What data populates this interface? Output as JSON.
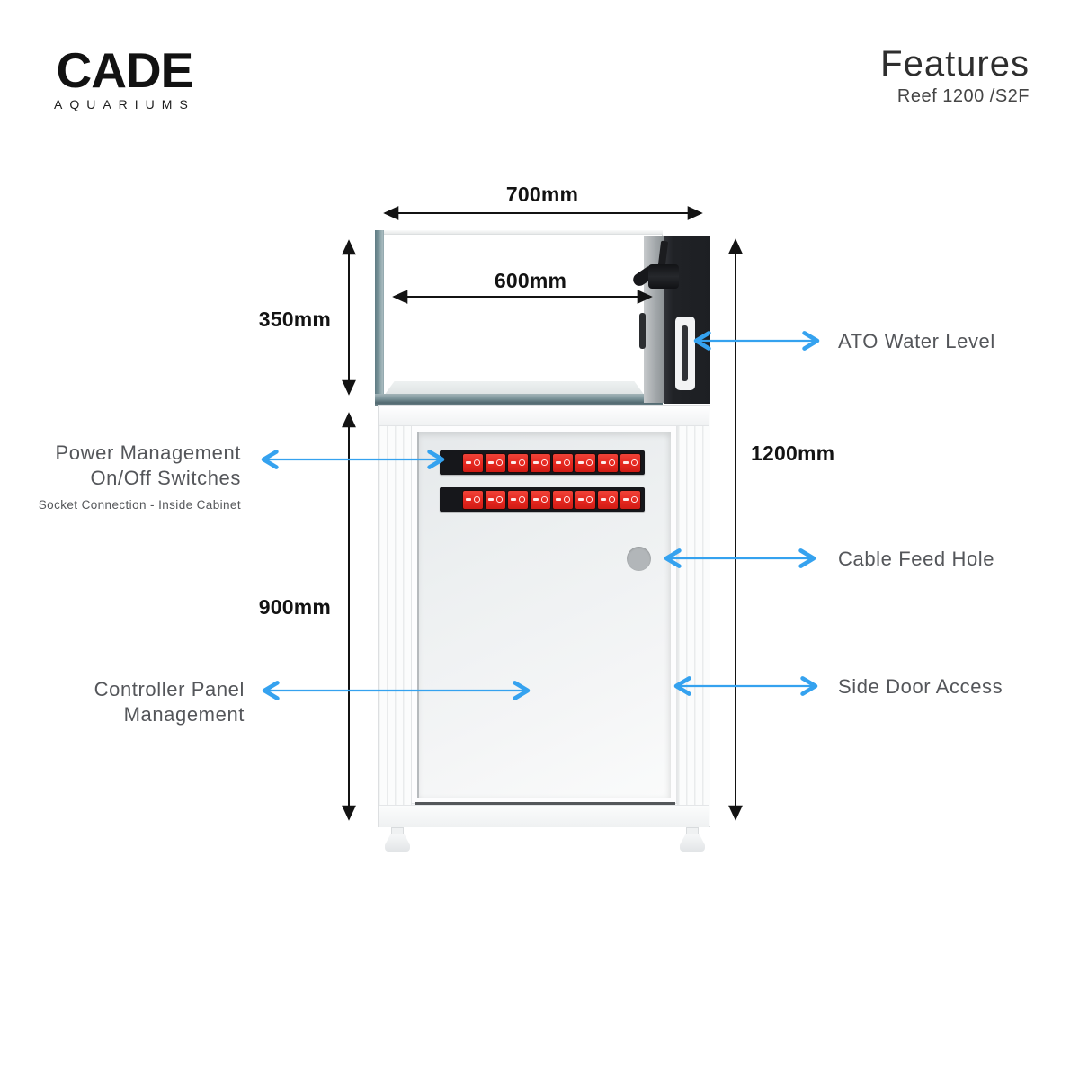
{
  "brand": {
    "name": "CADE",
    "tagline": "AQUARIUMS"
  },
  "header": {
    "title": "Features",
    "subtitle": "Reef 1200 /S2F"
  },
  "dimensions": {
    "overall_width": "700mm",
    "display_width": "600mm",
    "display_height": "350mm",
    "cabinet_height": "900mm",
    "overall_height": "1200mm"
  },
  "callouts": {
    "ato_water_level": "ATO Water Level",
    "power_line1": "Power Management",
    "power_line2": "On/Off Switches",
    "power_note": "Socket Connection - Inside Cabinet",
    "cable_feed_hole": "Cable Feed Hole",
    "controller_line1": "Controller Panel",
    "controller_line2": "Management",
    "side_door_access": "Side Door Access"
  },
  "diagram": {
    "switch_rows": 2,
    "switches_per_row": 8,
    "colors": {
      "callout_arrow_blue": "#35A2EF",
      "dimension_black": "#131313",
      "switch_red": "#E5271F",
      "glass_teal": "#7E989E",
      "overflow_black": "#1F2125",
      "label_gray": "#54565A"
    }
  }
}
